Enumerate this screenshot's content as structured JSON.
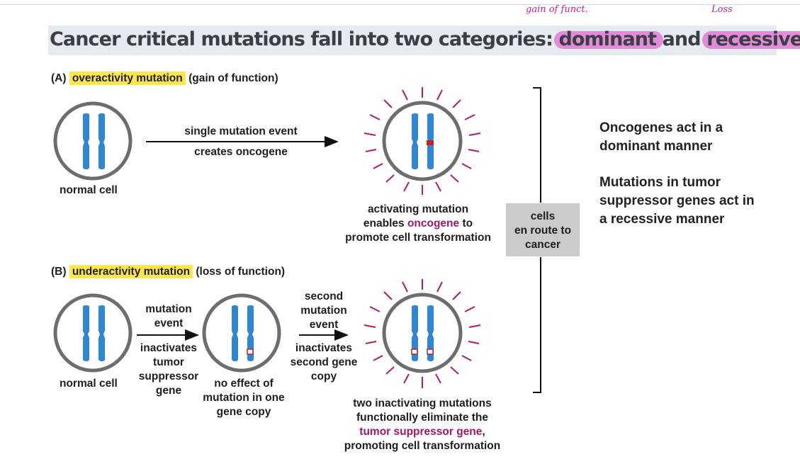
{
  "title": {
    "prefix": "Cancer critical mutations fall into two categories: ",
    "dominant": "dominant",
    "middle": " and ",
    "recessive": "recessive"
  },
  "annotations": {
    "gain": "gain of funct.",
    "loss": "Loss"
  },
  "panel_a": {
    "letter": "(A)",
    "highlight": "overactivity mutation",
    "suffix": "(gain of function)",
    "normal_cell": "normal cell",
    "arrow_top": "single mutation event",
    "arrow_bottom": "creates oncogene",
    "result_line1": "activating mutation",
    "result_line2_pre": "enables ",
    "result_line2_word": "oncogene",
    "result_line2_post": " to",
    "result_line3": "promote cell transformation"
  },
  "panel_b": {
    "letter": "(B)",
    "highlight": "underactivity mutation",
    "suffix": "(loss of function)",
    "normal_cell": "normal cell",
    "arrow1_top_1": "mutation",
    "arrow1_top_2": "event",
    "arrow1_bottom_1": "inactivates",
    "arrow1_bottom_2": "tumor",
    "arrow1_bottom_3": "suppressor",
    "arrow1_bottom_4": "gene",
    "middle_1": "no effect of",
    "middle_2": "mutation in one",
    "middle_3": "gene copy",
    "arrow2_top_1": "second",
    "arrow2_top_2": "mutation",
    "arrow2_top_3": "event",
    "arrow2_bottom_1": "inactivates",
    "arrow2_bottom_2": "second gene",
    "arrow2_bottom_3": "copy",
    "result_1": "two inactivating mutations",
    "result_2": "functionally eliminate the",
    "result_3": "tumor suppressor gene",
    "result_3_post": ",",
    "result_4": "promoting cell transformation"
  },
  "cells_box": {
    "line1": "cells",
    "line2": "en route to",
    "line3": "cancer"
  },
  "side_text": {
    "p1_line1": "Oncogenes act in a",
    "p1_line2": "dominant manner",
    "p2_line1": "Mutations in tumor",
    "p2_line2": "suppressor genes act in",
    "p2_line3": "a recessive manner"
  },
  "colors": {
    "chromosome": "#2f86d4",
    "mutation_red": "#c61f24",
    "ray": "#b21a6e",
    "highlight_yellow": "#fde74c",
    "annotation_pink": "#c21d96"
  }
}
